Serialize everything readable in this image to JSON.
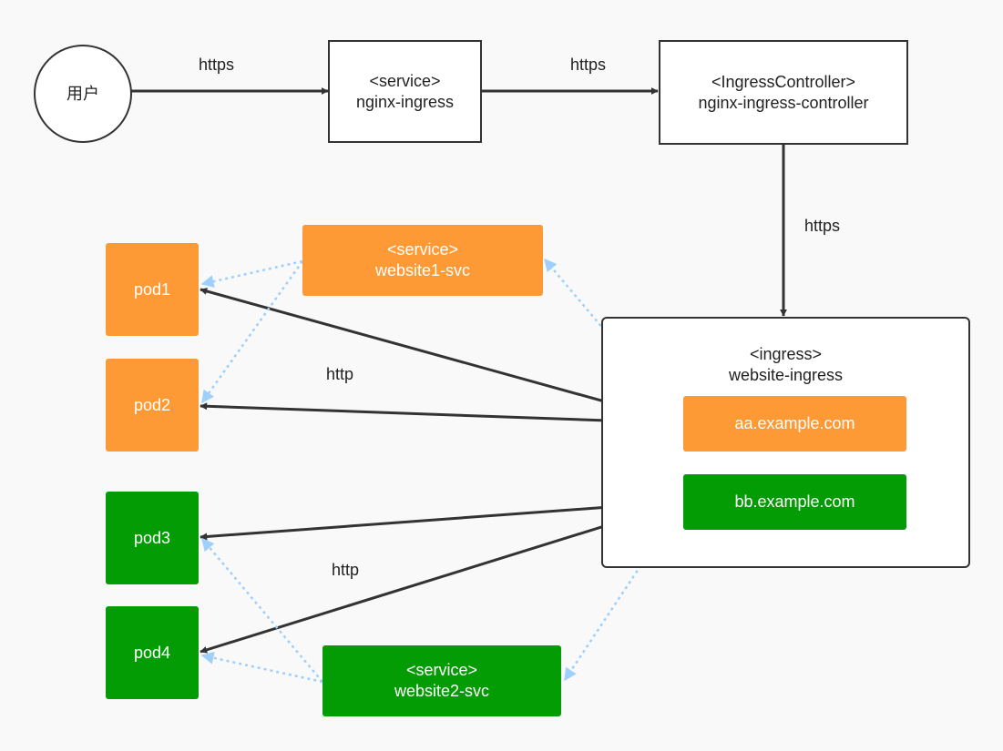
{
  "colors": {
    "orange": "#fd9a35",
    "green": "#049c04",
    "line": "#333333",
    "dotted": "#9fd0fb"
  },
  "nodes": {
    "user": "用户",
    "nginx_service": {
      "kind": "<service>",
      "name": "nginx-ingress"
    },
    "controller": {
      "kind": "<IngressController>",
      "name": "nginx-ingress-controller"
    },
    "ingress": {
      "kind": "<ingress>",
      "name": "website-ingress",
      "rules": [
        "aa.example.com",
        "bb.example.com"
      ]
    },
    "svc1": {
      "kind": "<service>",
      "name": "website1-svc"
    },
    "svc2": {
      "kind": "<service>",
      "name": "website2-svc"
    },
    "pods": [
      "pod1",
      "pod2",
      "pod3",
      "pod4"
    ]
  },
  "edge_labels": {
    "user_to_service": "https",
    "service_to_controller": "https",
    "controller_to_ingress": "https",
    "to_pods_1_2": "http",
    "to_pods_3_4": "http"
  }
}
